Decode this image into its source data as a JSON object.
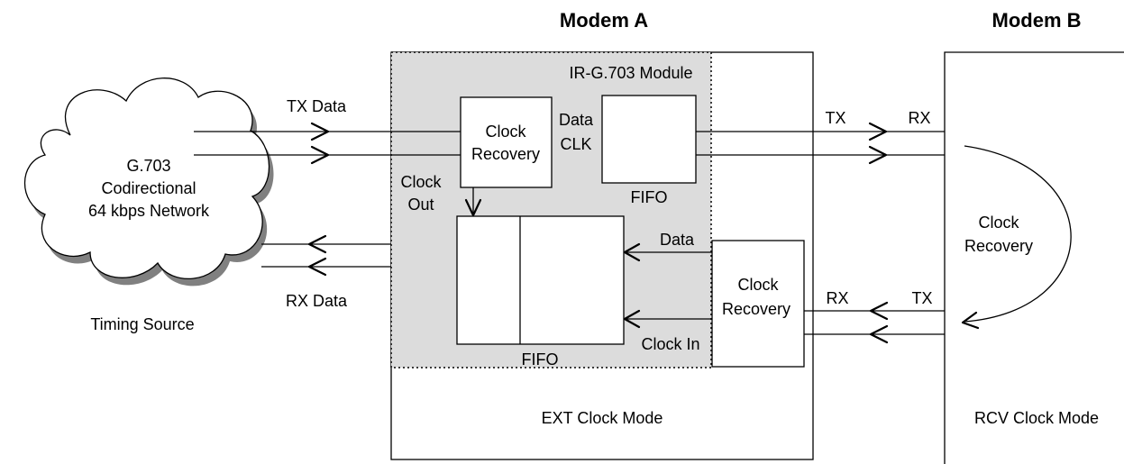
{
  "headers": {
    "modem_a": "Modem A",
    "modem_b": "Modem B"
  },
  "cloud": {
    "line1": "G.703",
    "line2": "Codirectional",
    "line3": "64 kbps Network",
    "caption": "Timing Source"
  },
  "module": {
    "title": "IR-G.703 Module",
    "clock_recovery_line1": "Clock",
    "clock_recovery_line2": "Recovery",
    "data_label": "Data",
    "clk_label": "CLK",
    "fifo_top_label": "FIFO",
    "clock_out_line1": "Clock",
    "clock_out_line2": "Out",
    "fifo_bottom_label": "FIFO",
    "data_in_label": "Data",
    "clock_in_label": "Clock In"
  },
  "links": {
    "tx_data": "TX Data",
    "rx_data": "RX Data",
    "tx_a": "TX",
    "rx_b": "RX",
    "rx_a": "RX",
    "tx_b": "TX"
  },
  "ext_clock_recovery": {
    "line1": "Clock",
    "line2": "Recovery"
  },
  "modem_a_mode": "EXT Clock Mode",
  "modem_b": {
    "recovery_line1": "Clock",
    "recovery_line2": "Recovery",
    "mode": "RCV Clock Mode"
  }
}
